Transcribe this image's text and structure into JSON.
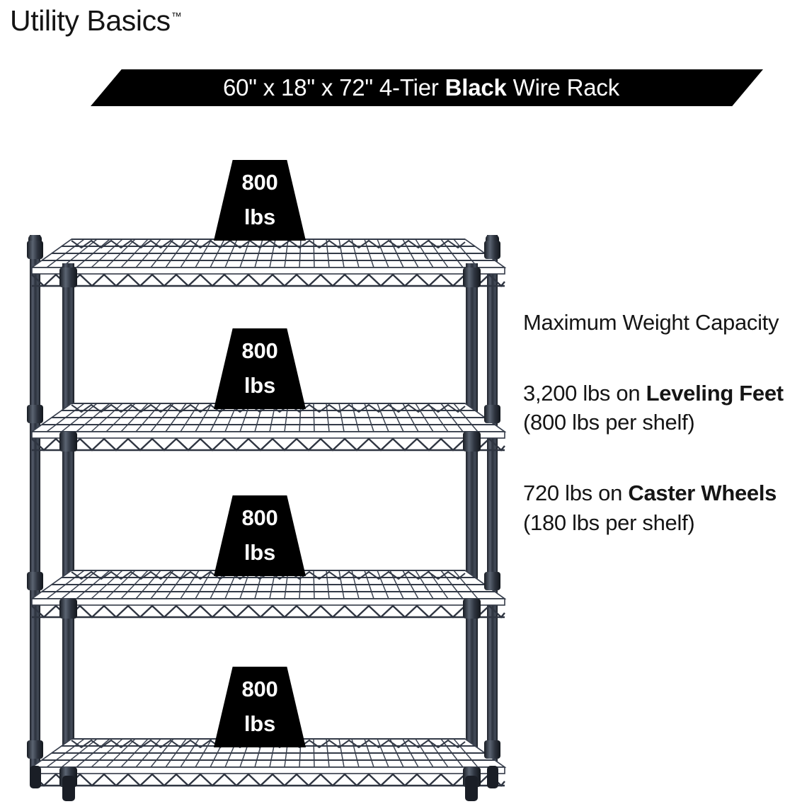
{
  "brand": {
    "name": "Utility Basics",
    "trademark": "™"
  },
  "banner": {
    "prefix": "60\" x 18\" x 72\" 4-Tier ",
    "emphasis": "Black",
    "suffix": " Wire Rack",
    "full_text": "60\" x 18\" x 72\" 4-Tier Black Wire Rack",
    "background_color": "#000000",
    "text_color": "#ffffff"
  },
  "capacity": {
    "heading": "Maximum Weight Capacity",
    "leveling": {
      "lead": "3,200 lbs on ",
      "emphasis": "Leveling Feet",
      "tail": " (800 lbs per shelf)",
      "full_text": "3,200 lbs on Leveling Feet (800 lbs per shelf)"
    },
    "caster": {
      "lead": "720 lbs on ",
      "emphasis": "Caster Wheels",
      "tail": " (180 lbs per shelf)",
      "full_text": "720 lbs on Caster Wheels (180 lbs per shelf)"
    }
  },
  "weight_badges": [
    {
      "value": "800",
      "unit": "lbs",
      "shelf": "shelf-1-top"
    },
    {
      "value": "800",
      "unit": "lbs",
      "shelf": "shelf-2"
    },
    {
      "value": "800",
      "unit": "lbs",
      "shelf": "shelf-3"
    },
    {
      "value": "800",
      "unit": "lbs",
      "shelf": "shelf-4-bottom"
    }
  ],
  "product": {
    "tiers": 4,
    "width_in": "60\"",
    "depth_in": "18\"",
    "height_in": "72\"",
    "color": "Black",
    "type": "Wire Rack",
    "wire_color": "#2b2f3a",
    "background_color": "#ffffff"
  }
}
